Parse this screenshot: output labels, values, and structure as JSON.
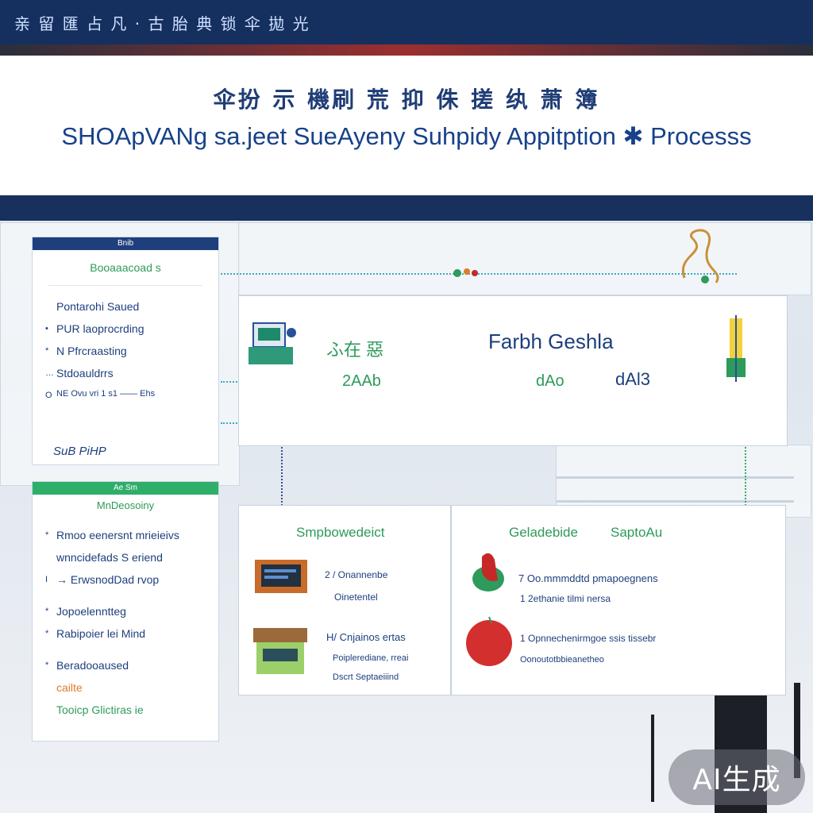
{
  "header": {
    "top_label": "亲 留 匯 占 凡 · 古 胎 典 锁 伞 拋 光",
    "title_cn": "伞扮 示 機刷 荒 抑 侏 搓 纨 萧 簿",
    "title_en": "SHOApVANg sa.jeet SueAyeny Suhpidy Appitption ✱ Processs"
  },
  "sidebar": {
    "card1": {
      "head": "Bnib",
      "subtitle": "Booaaacoad s",
      "items": [
        {
          "bullet": "",
          "label": "Pontarohi Saued"
        },
        {
          "bullet": "•",
          "label": "PUR laoprocrding"
        },
        {
          "bullet": "*",
          "label": "N Pfrcraasting"
        },
        {
          "bullet": "…",
          "label": "Stdoauldrrs"
        },
        {
          "bullet": "O",
          "label": "NE Ovu vri 1 s1 —— Ehs"
        }
      ],
      "footer": "SuB PiHP"
    },
    "card2": {
      "head": "Ae Sm",
      "subtitle": "MnDeosoiny",
      "items": [
        {
          "bullet": "*",
          "label": "Rmoo eenersnt mrieieivs"
        },
        {
          "bullet": "",
          "label": "wnncidefads S eriend"
        },
        {
          "bullet": "I",
          "label": "→ ErwsnodDad rvop"
        },
        {
          "bullet": "*",
          "label": "Jopoelenntteg"
        },
        {
          "bullet": "*",
          "label": "Rabipoier lei Mind"
        },
        {
          "bullet": "*",
          "label": "Beradooaused"
        },
        {
          "bullet": "",
          "label": "cailte"
        },
        {
          "bullet": "",
          "label": "Tooicp Glictiras ie"
        }
      ]
    }
  },
  "flow": {
    "panel_top": {
      "left_tag": "ふ在 惡",
      "center_title": "Farbh Geshla",
      "label_a": "2AAb",
      "label_b": "dAo",
      "label_c": "dAl3"
    },
    "panel_bottom_left": {
      "title": "Smpbowedeict",
      "rows": [
        {
          "label_1": "2 / Onannenbe",
          "label_2": "Oinetentel"
        },
        {
          "label_1": "H/ Cnjainos ertas",
          "label_2": "Poiplerediane, rreai"
        },
        {
          "label_3": "Dscrt Septaeiiind"
        }
      ]
    },
    "panel_bottom_right": {
      "title_a": "Geladebide",
      "title_b": "SaptoAu",
      "rows": [
        {
          "label_1": "7 Oo.mmmddtd pmapoegnens",
          "label_2": "1 2ethanie tilmi nersa"
        },
        {
          "label_1": "1 Opnnechenirmgoe ssis tissebr",
          "label_2": "Oonoutotbbieanetheo"
        }
      ]
    }
  },
  "badge": {
    "label": "AI生成"
  },
  "colors": {
    "navy": "#15305f",
    "title_blue": "#17418a",
    "accent_green": "#2e9a5b",
    "dotted_cyan": "#3aa9c4"
  }
}
